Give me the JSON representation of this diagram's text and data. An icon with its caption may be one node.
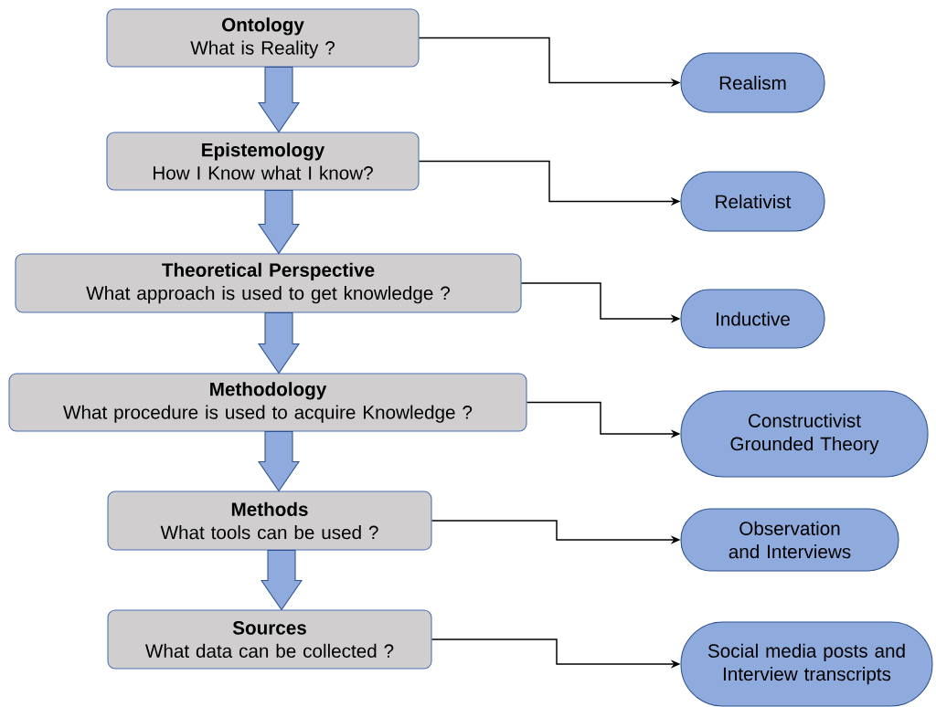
{
  "diagram": {
    "nodes": [
      {
        "text": [
          "Ontology",
          "What is Reality ?"
        ]
      },
      {
        "text": [
          "Epistemology",
          "How I Know what I know?"
        ]
      },
      {
        "text": [
          "Theoretical Perspective",
          "What approach is used to get knowledge ?"
        ]
      },
      {
        "text": [
          "Methodology",
          "What procedure is used to acquire Knowledge ?"
        ]
      },
      {
        "text": [
          "Methods",
          "What tools can be used ?"
        ]
      },
      {
        "text": [
          "Sources",
          "What data can be collected ?"
        ]
      },
      {
        "text": [
          "Realism"
        ]
      },
      {
        "text": [
          "Relativist"
        ]
      },
      {
        "text": [
          "Inductive"
        ]
      },
      {
        "text": [
          "Constructivist Grounded Theory"
        ]
      },
      {
        "text": [
          "Observation and Interviews"
        ]
      },
      {
        "text": [
          "Social media posts and Interview transcripts"
        ]
      }
    ],
    "edges": [
      {
        "from": 0,
        "to": 1,
        "arrow": "to",
        "style": "thick",
        "color": "#8faadc"
      },
      {
        "from": 1,
        "to": 2,
        "arrow": "to",
        "style": "thick",
        "color": "#8faadc"
      },
      {
        "from": 2,
        "to": 3,
        "arrow": "to",
        "style": "thick",
        "color": "#8faadc"
      },
      {
        "from": 3,
        "to": 4,
        "arrow": "to",
        "style": "thick",
        "color": "#8faadc"
      },
      {
        "from": 4,
        "to": 5,
        "arrow": "to",
        "style": "thick",
        "color": "#8faadc"
      },
      {
        "from": 0,
        "to": 6,
        "arrow": "to"
      },
      {
        "from": 1,
        "to": 7,
        "arrow": "to"
      },
      {
        "from": 2,
        "to": 8,
        "arrow": "to"
      },
      {
        "from": 3,
        "to": 9,
        "arrow": "to"
      },
      {
        "from": 4,
        "to": 10,
        "arrow": "to"
      },
      {
        "from": 5,
        "to": 11,
        "arrow": "to"
      }
    ]
  }
}
